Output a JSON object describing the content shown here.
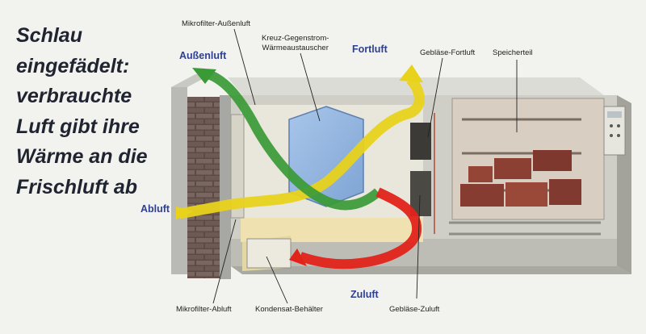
{
  "headline": [
    "Schlau",
    "eingefädelt:",
    "verbrauchte",
    "Luft gibt ihre",
    "Wärme an die",
    "Frischluft ab"
  ],
  "airflows": {
    "aussenluft": "Außenluft",
    "fortluft": "Fortluft",
    "abluft": "Abluft",
    "zuluft": "Zuluft"
  },
  "components": {
    "mikrofilter_aussenluft": "Mikrofilter-Außenluft",
    "waermetauscher": [
      "Kreuz-Gegenstrom-",
      "Wärmeaustauscher"
    ],
    "geblaese_fortluft": "Gebläse-Fortluft",
    "speicherteil": "Speicherteil",
    "mikrofilter_abluft": "Mikrofilter-Abluft",
    "kondensat": "Kondensat-Behälter",
    "geblaese_zuluft": "Gebläse-Zuluft"
  },
  "colors": {
    "aussenluft_arrow": "#3a9a36",
    "fortluft_arrow": "#e8d21c",
    "abluft_arrow": "#e8d21c",
    "zuluft_arrow": "#e2231a",
    "exchanger": "#8fb3de",
    "label_blue": "#2f3f8f"
  }
}
